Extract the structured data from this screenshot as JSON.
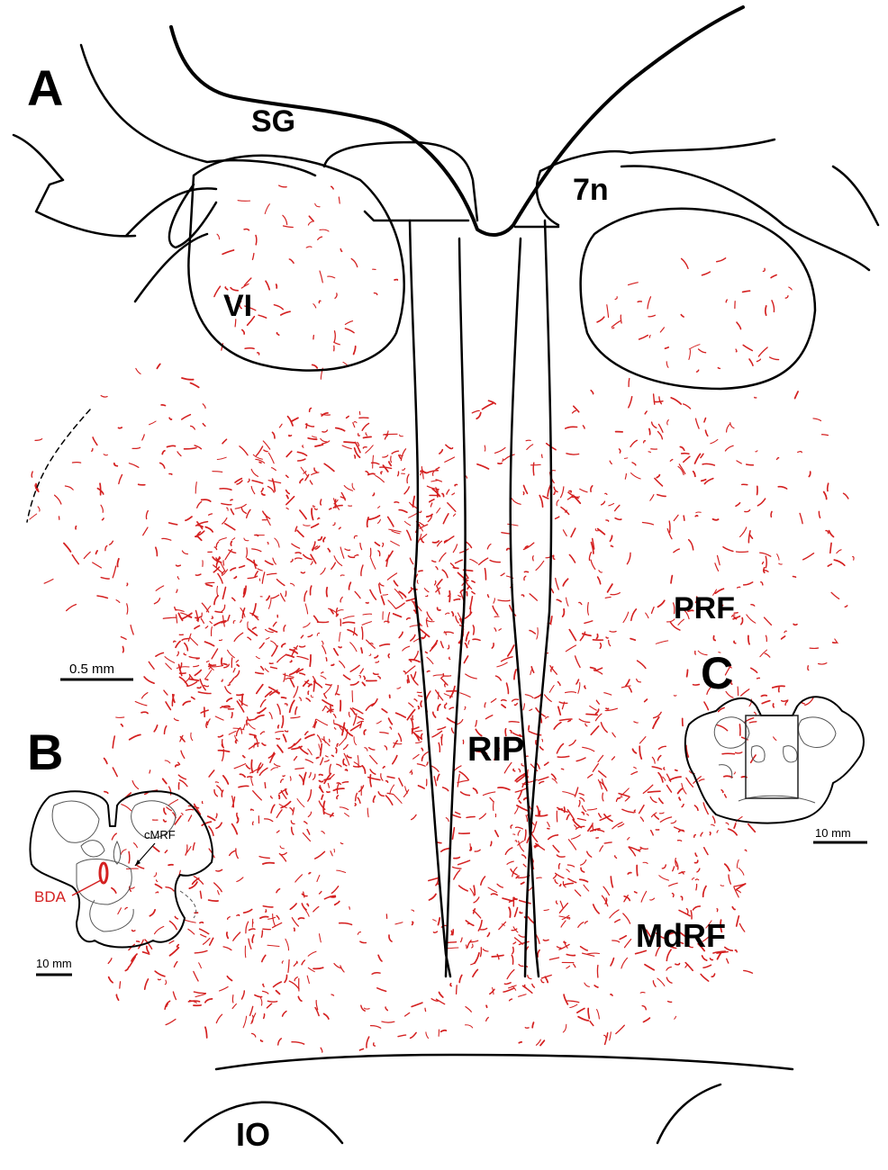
{
  "panels": {
    "a": "A",
    "b": "B",
    "c": "C"
  },
  "regions": {
    "sg": "SG",
    "n7": "7n",
    "vi": "VI",
    "rip": "RIP",
    "prf": "PRF",
    "mdrf": "MdRF",
    "io": "IO"
  },
  "scale_bars": {
    "main": "0.5 mm",
    "b": "10 mm",
    "c": "10 mm"
  },
  "inset_b": {
    "cmrf": "cMRF",
    "bda": "BDA"
  },
  "colors": {
    "fiber": "#d42020",
    "outline": "#000000",
    "bda": "#d42020"
  }
}
